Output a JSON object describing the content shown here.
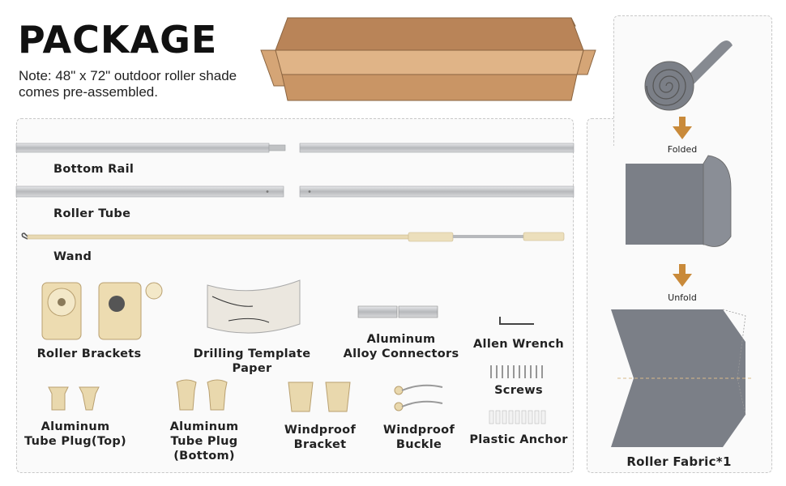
{
  "header": {
    "title": "PACKAGE",
    "note_line1": "Note: 48\" x 72\" outdoor roller shade",
    "note_line2": "comes pre-assembled."
  },
  "parts": {
    "bottom_rail": "Bottom Rail",
    "roller_tube": "Roller Tube",
    "wand": "Wand",
    "roller_brackets": "Roller Brackets",
    "drilling_template": "Drilling Template Paper",
    "connectors_line1": "Aluminum",
    "connectors_line2": "Alloy Connectors",
    "allen_wrench": "Allen Wrench",
    "screws": "Screws",
    "plastic_anchor": "Plastic Anchor",
    "tube_plug_top_line1": "Aluminum",
    "tube_plug_top_line2": "Tube Plug(Top)",
    "tube_plug_bottom_line1": "Aluminum",
    "tube_plug_bottom_line2": "Tube Plug (Bottom)",
    "windproof_bracket_line1": "Windproof",
    "windproof_bracket_line2": "Bracket",
    "windproof_buckle_line1": "Windproof",
    "windproof_buckle_line2": "Buckle"
  },
  "fabric": {
    "folded": "Folded",
    "unfold": "Unfold",
    "label": "Roller Fabric*1"
  },
  "colors": {
    "box": "#c9976a",
    "metal": "#c7c9cc",
    "beige": "#e7d7b1",
    "fabric": "#7b7f87",
    "arrow": "#c98a3a"
  }
}
